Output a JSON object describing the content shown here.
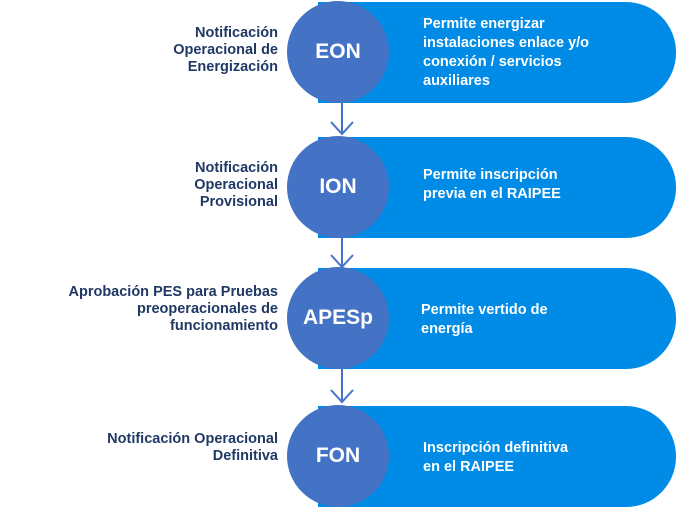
{
  "steps": [
    {
      "code": "EON",
      "label_lines": [
        "Notificación",
        "Operacional de",
        "Energización"
      ],
      "description_lines": [
        "Permite energizar",
        "instalaciones enlace y/o",
        "conexión / servicios",
        "auxiliares"
      ]
    },
    {
      "code": "ION",
      "label_lines": [
        "Notificación",
        "Operacional",
        "Provisional"
      ],
      "description_lines": [
        "Permite inscripción",
        "previa en el RAIPEE"
      ]
    },
    {
      "code": "APESp",
      "label_lines": [
        "Aprobación PES para Pruebas",
        "preoperacionales de",
        "funcionamiento"
      ],
      "description_lines": [
        "Permite vertido de",
        "energía"
      ]
    },
    {
      "code": "FON",
      "label_lines": [
        "Notificación Operacional",
        "Definitiva"
      ],
      "description_lines": [
        "Inscripción definitiva",
        "en el RAIPEE"
      ]
    }
  ],
  "colors": {
    "circle": "#4472c4",
    "bar": "#008be6",
    "label_text": "#1f3864",
    "arrow": "#4472c4"
  }
}
